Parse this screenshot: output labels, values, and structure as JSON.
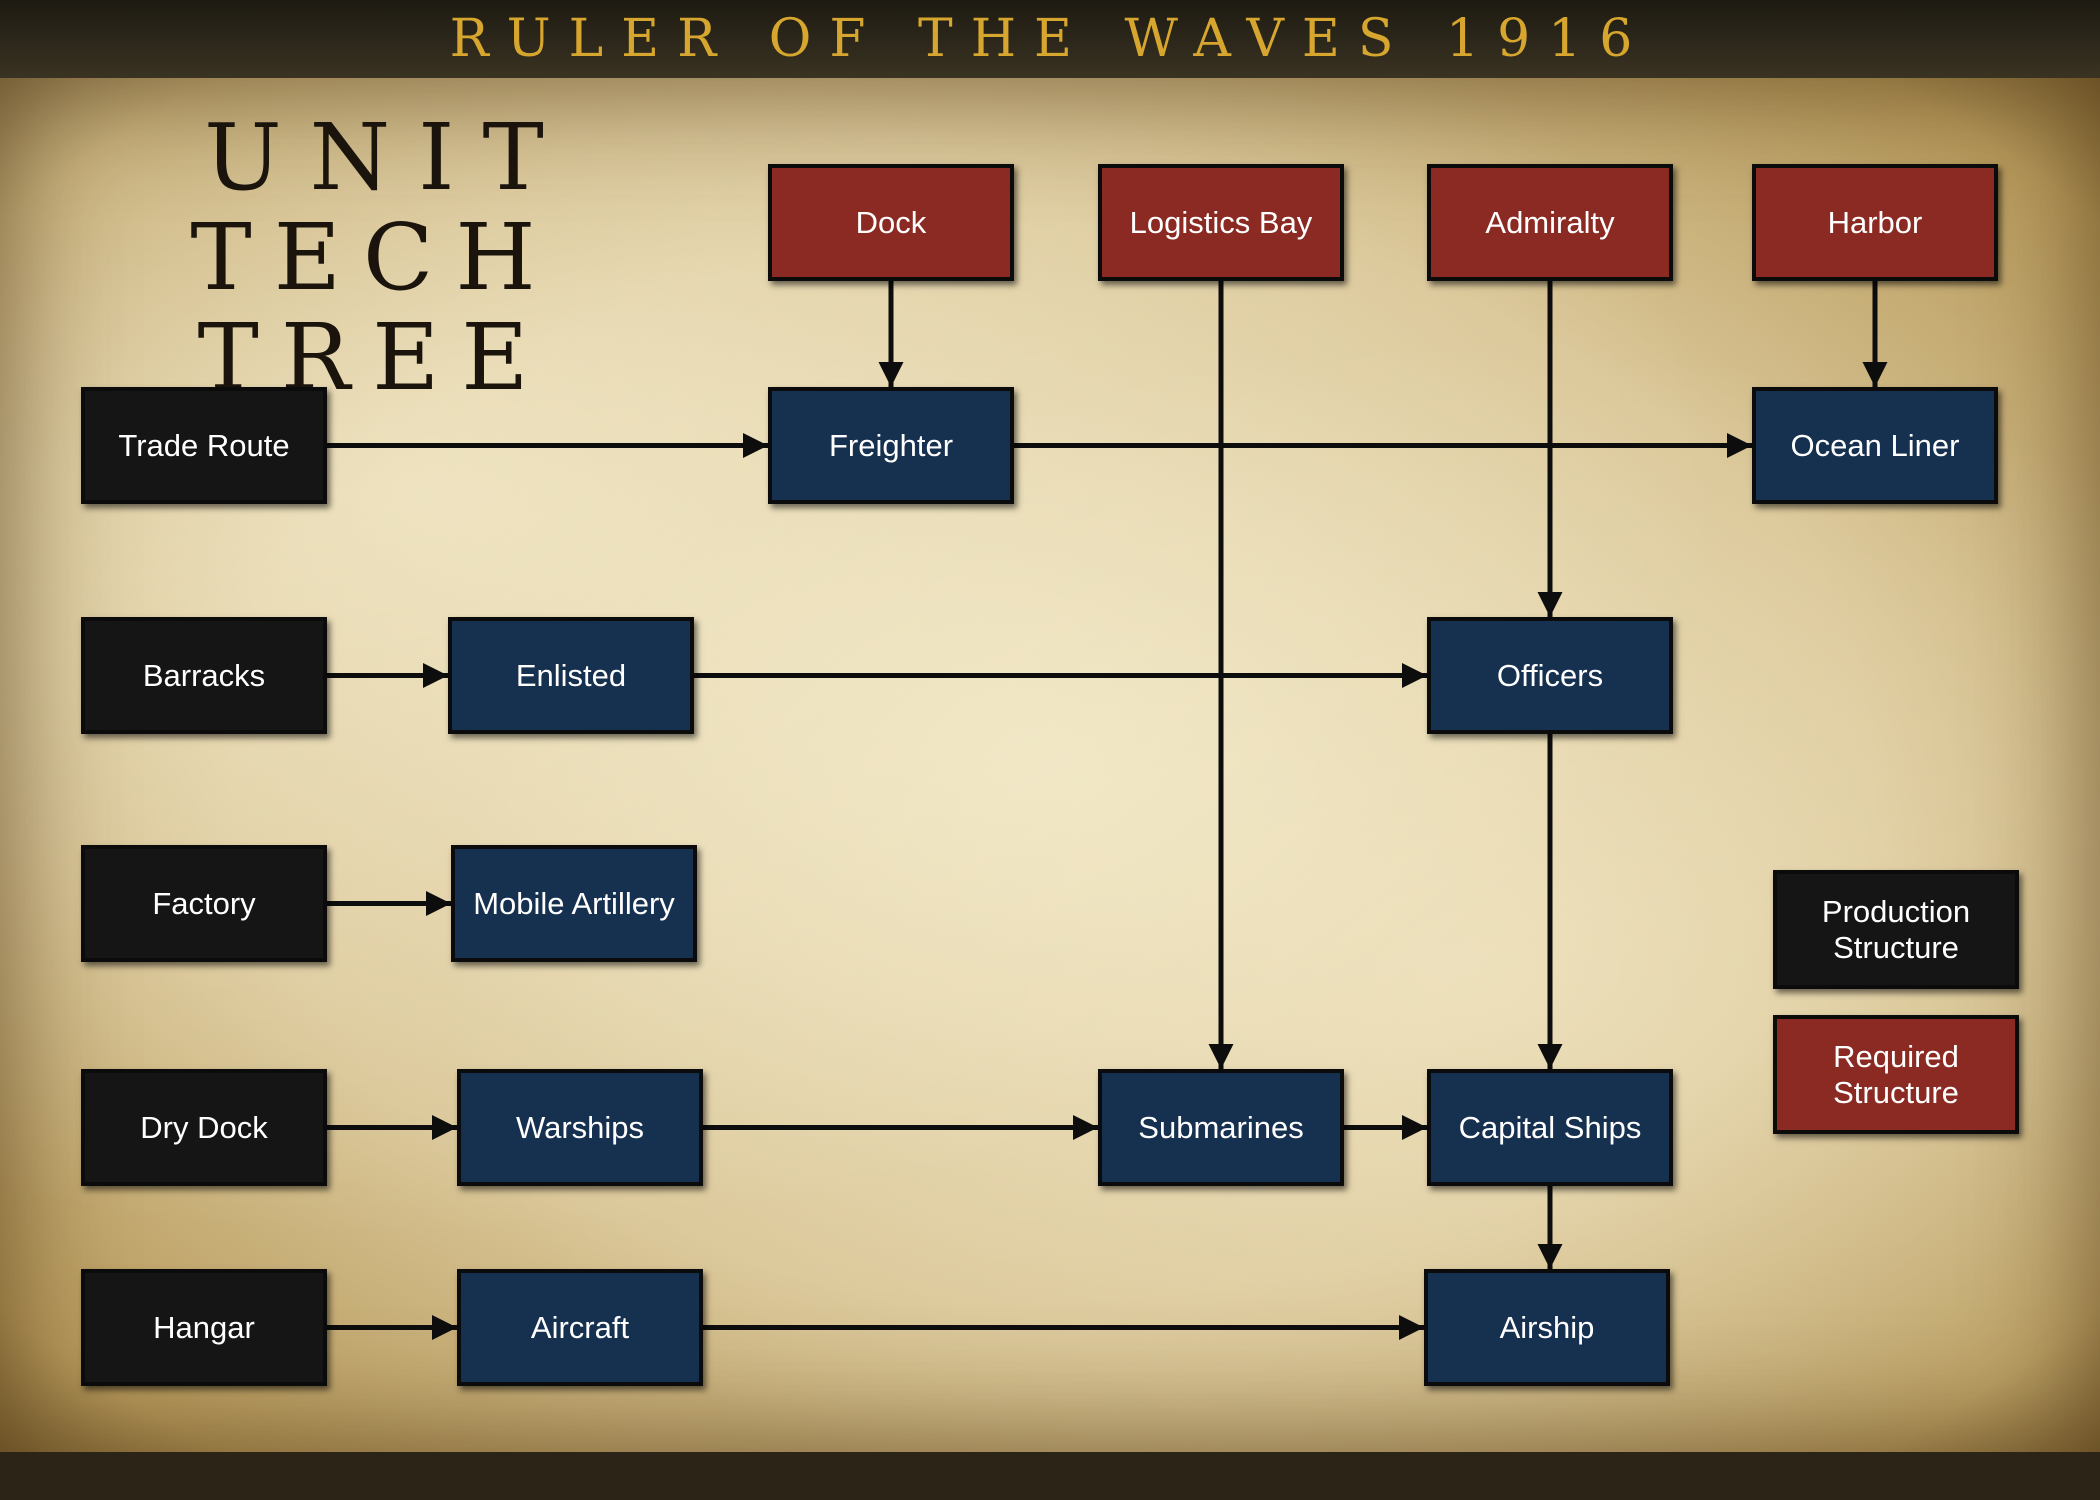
{
  "game_title": "RULER OF THE WAVES 1916",
  "heading": {
    "line1": "UNIT",
    "line2": "TECH TREE"
  },
  "nodes": {
    "dock": "Dock",
    "logistics_bay": "Logistics Bay",
    "admiralty": "Admiralty",
    "harbor": "Harbor",
    "trade_route": "Trade Route",
    "freighter": "Freighter",
    "ocean_liner": "Ocean Liner",
    "barracks": "Barracks",
    "enlisted": "Enlisted",
    "officers": "Officers",
    "factory": "Factory",
    "mobile_artillery": "Mobile Artillery",
    "dry_dock": "Dry Dock",
    "warships": "Warships",
    "submarines": "Submarines",
    "capital_ships": "Capital Ships",
    "hangar": "Hangar",
    "aircraft": "Aircraft",
    "airship": "Airship"
  },
  "legend": {
    "production": {
      "line1": "Production",
      "line2": "Structure"
    },
    "required": {
      "line1": "Required",
      "line2": "Structure"
    }
  },
  "edges": [
    {
      "from": "dock",
      "to": "freighter"
    },
    {
      "from": "harbor",
      "to": "ocean_liner"
    },
    {
      "from": "trade_route",
      "to": "freighter"
    },
    {
      "from": "freighter",
      "to": "ocean_liner"
    },
    {
      "from": "admiralty",
      "to": "officers"
    },
    {
      "from": "logistics_bay",
      "to": "submarines"
    },
    {
      "from": "barracks",
      "to": "enlisted"
    },
    {
      "from": "enlisted",
      "to": "officers"
    },
    {
      "from": "officers",
      "to": "capital_ships"
    },
    {
      "from": "factory",
      "to": "mobile_artillery"
    },
    {
      "from": "dry_dock",
      "to": "warships"
    },
    {
      "from": "warships",
      "to": "submarines"
    },
    {
      "from": "submarines",
      "to": "capital_ships"
    },
    {
      "from": "capital_ships",
      "to": "airship"
    },
    {
      "from": "hangar",
      "to": "aircraft"
    },
    {
      "from": "aircraft",
      "to": "airship"
    }
  ],
  "colors": {
    "title_gold": "#d7a62e",
    "production_structure": "#151515",
    "required_structure": "#8b2a22",
    "unit": "#16304f"
  }
}
